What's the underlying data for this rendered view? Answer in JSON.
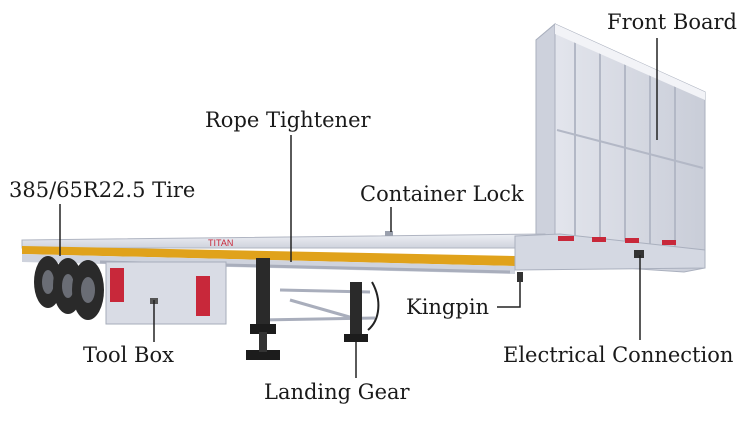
{
  "labels": {
    "front_board": "Front Board",
    "rope_tightener": "Rope Tightener",
    "tire": "385/65R22.5 Tire",
    "container_lock": "Container Lock",
    "kingpin": "Kingpin",
    "tool_box": "Tool Box",
    "electrical_connection": "Electrical Connection",
    "landing_gear": "Landing Gear"
  },
  "brand": "TITAN",
  "colors": {
    "frame": "#dcdfe8",
    "frame_dark": "#b7bcc9",
    "stripe": "#e0a21b",
    "tire": "#2a2a2a",
    "reflector": "#c8283a",
    "leader": "#222222",
    "text": "#1a1a1a"
  }
}
